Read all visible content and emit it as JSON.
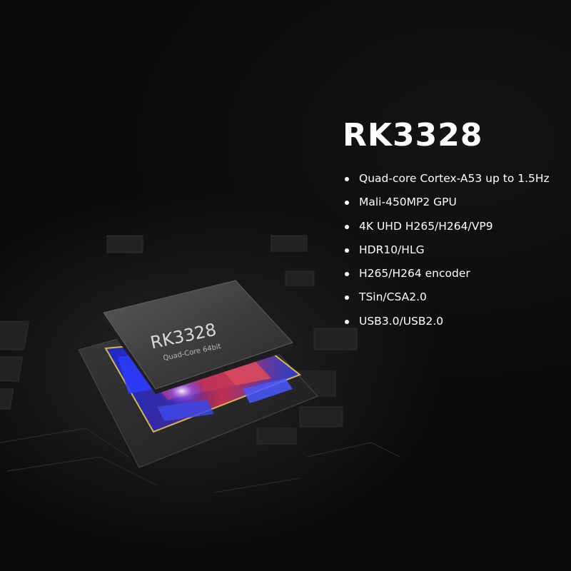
{
  "product": {
    "title": "RK3328",
    "features": [
      "Quad-core Cortex-A53 up to 1.5Hz",
      "Mali-450MP2 GPU",
      "4K UHD H265/H264/VP9",
      "HDR10/HLG",
      "H265/H264 encoder",
      "TSin/CSA2.0",
      "USB3.0/USB2.0"
    ]
  },
  "chip": {
    "label": "RK3328",
    "sublabel": "Quad-Core 64bit"
  },
  "colors": {
    "background": "#0a0a0a",
    "text": "#ffffff",
    "die_blue": "#2a3cff",
    "die_red": "#e0304a",
    "die_gold": "#c9a83a"
  }
}
